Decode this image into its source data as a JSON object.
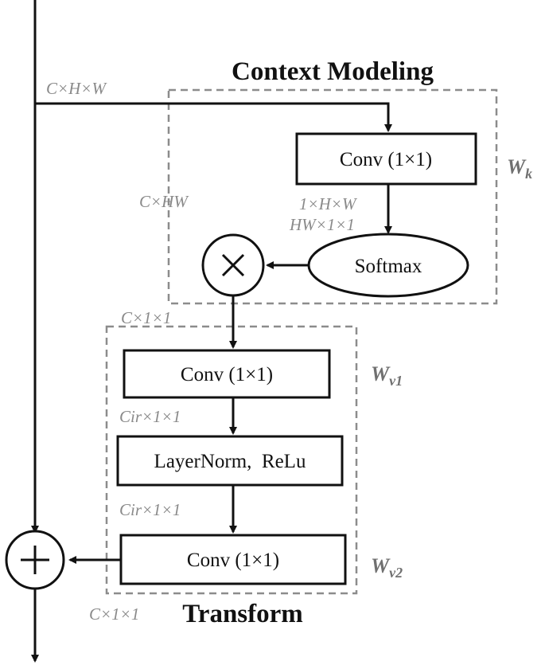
{
  "modules": {
    "context_modeling_title": "Context Modeling",
    "transform_title": "Transform"
  },
  "blocks": {
    "conv_wk": "Conv (1×1)",
    "softmax": "Softmax",
    "conv_wv1": "Conv (1×1)",
    "layernorm_relu": "LayerNorm,  ReLu",
    "conv_wv2": "Conv (1×1)"
  },
  "weights": {
    "wk_main": "W",
    "wk_sub": "k",
    "wv1_main": "W",
    "wv1_sub": "v1",
    "wv2_main": "W",
    "wv2_sub": "v2"
  },
  "dimensions": {
    "input": "C×H×W",
    "reshape": "C×HW",
    "conv_out": "1×H×W",
    "softmax_in": "HW×1×1",
    "context": "C×1×1",
    "bottleneck_1": "Cir×1×1",
    "bottleneck_2": "Cir×1×1",
    "output": "C×1×1"
  },
  "colors": {
    "stroke": "#111111",
    "dashed_border": "#8c8c8c",
    "annotation": "#8a8a8a",
    "weight_label": "#707070"
  }
}
